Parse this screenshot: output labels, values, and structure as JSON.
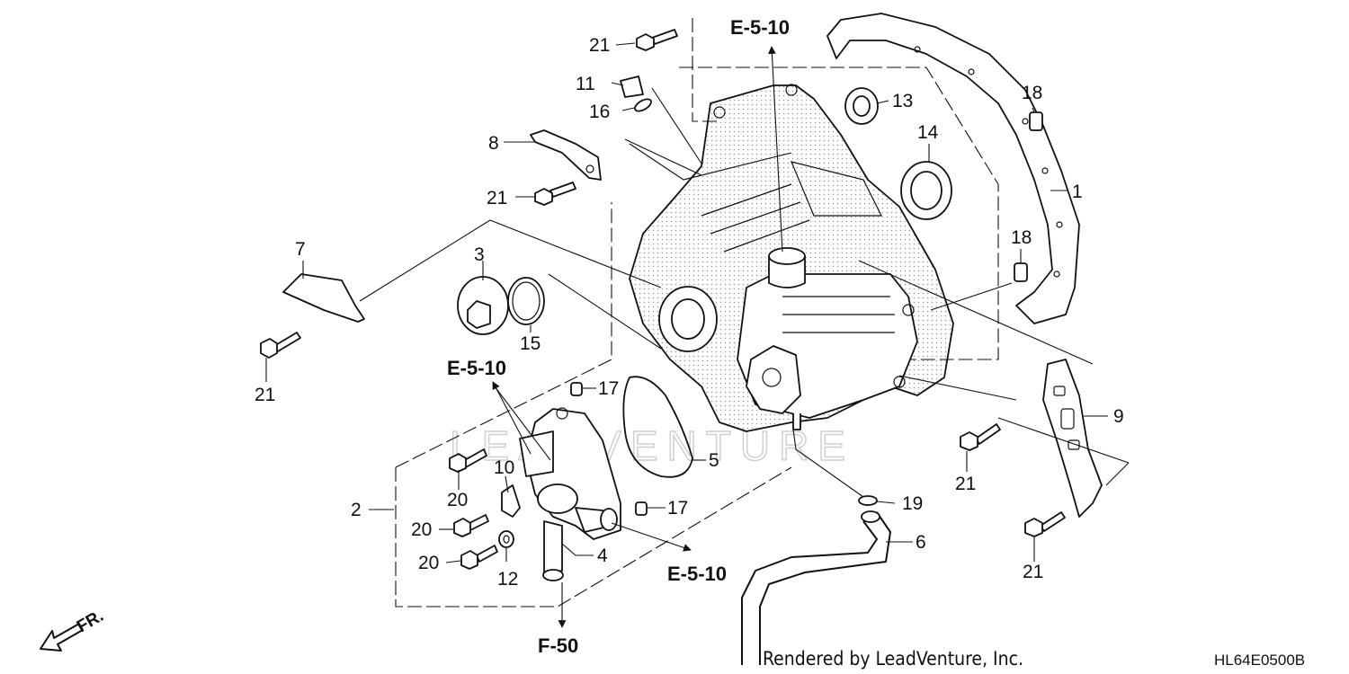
{
  "diagram": {
    "callouts": {
      "p1": "1",
      "p2": "2",
      "p3": "3",
      "p4": "4",
      "p5": "5",
      "p6": "6",
      "p7": "7",
      "p8": "8",
      "p9": "9",
      "p10": "10",
      "p11": "11",
      "p12": "12",
      "p13": "13",
      "p14": "14",
      "p15": "15",
      "p16": "16",
      "p17": "17",
      "p18": "18",
      "p19": "19",
      "p20": "20",
      "p21": "21"
    },
    "references": {
      "e510": "E-5-10",
      "f50": "F-50"
    },
    "direction": "FR.",
    "watermark": "LEADVENTURE",
    "footer_credit": "Rendered by LeadVenture, Inc.",
    "diagram_code": "HL64E0500B"
  }
}
